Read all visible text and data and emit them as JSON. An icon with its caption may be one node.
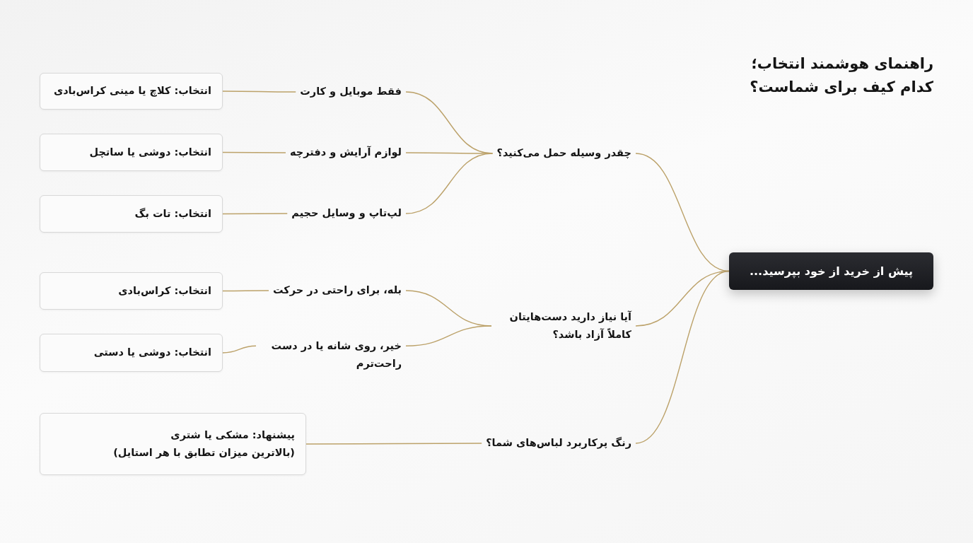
{
  "diagram": {
    "title": "راهنمای هوشمند انتخاب؛ کدام کیف برای شماست؟",
    "nodes": [
      {
        "text": [
          "پیش از خرید از خود بپرسید..."
        ]
      },
      {
        "text": [
          "چقدر وسیله حمل می‌کنید؟"
        ]
      },
      {
        "text": [
          "فقط موبایل و کارت"
        ]
      },
      {
        "text": [
          "انتخاب: کلاچ یا مینی کراس‌بادی"
        ]
      },
      {
        "text": [
          "لوازم آرایش و دفترچه"
        ]
      },
      {
        "text": [
          "انتخاب: دوشی یا ساتچل"
        ]
      },
      {
        "text": [
          "لپ‌تاپ و وسایل حجیم"
        ]
      },
      {
        "text": [
          "انتخاب: تات بگ"
        ]
      },
      {
        "text": [
          "آیا نیاز دارید دست‌هایتان کاملاً آزاد باشد؟"
        ]
      },
      {
        "text": [
          "بله، برای راحتی در حرکت"
        ]
      },
      {
        "text": [
          "انتخاب: کراس‌بادی"
        ]
      },
      {
        "text": [
          "خیر، روی شانه یا در دست راحت‌ترم"
        ]
      },
      {
        "text": [
          "انتخاب: دوشی یا دستی"
        ]
      },
      {
        "text": [
          "رنگ پرکاربرد لباس‌های شما؟"
        ]
      },
      {
        "text": [
          "پیشنهاد: مشکی یا شتری",
          "(بالاترین میزان تطابق با هر استایل)"
        ]
      }
    ],
    "edges": [
      {
        "from": 0,
        "to": 1,
        "arrow": "none"
      },
      {
        "from": 0,
        "to": 8,
        "arrow": "none"
      },
      {
        "from": 0,
        "to": 13,
        "arrow": "none"
      },
      {
        "from": 1,
        "to": 2,
        "arrow": "none"
      },
      {
        "from": 1,
        "to": 4,
        "arrow": "none"
      },
      {
        "from": 1,
        "to": 6,
        "arrow": "none"
      },
      {
        "from": 2,
        "to": 3,
        "arrow": "none"
      },
      {
        "from": 4,
        "to": 5,
        "arrow": "none"
      },
      {
        "from": 6,
        "to": 7,
        "arrow": "none"
      },
      {
        "from": 8,
        "to": 9,
        "arrow": "none"
      },
      {
        "from": 8,
        "to": 11,
        "arrow": "none"
      },
      {
        "from": 9,
        "to": 10,
        "arrow": "none"
      },
      {
        "from": 11,
        "to": 12,
        "arrow": "none"
      },
      {
        "from": 13,
        "to": 14,
        "arrow": "none"
      }
    ]
  }
}
